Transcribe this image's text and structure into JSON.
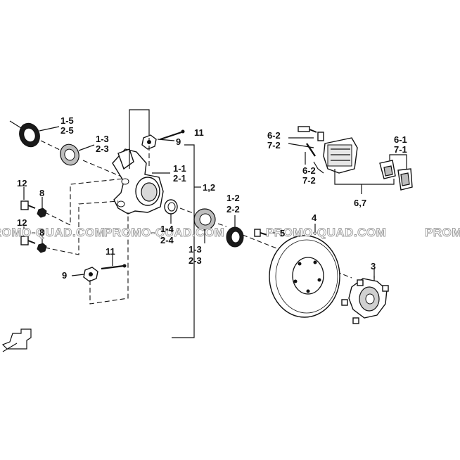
{
  "watermarks": [
    "PROMO-QUAD.COM",
    "PROMO-QUAD.COM",
    "PROMO-QUAD.COM",
    "PROMO-QUAD.COM"
  ],
  "callouts": {
    "seal_outer_a": "1-5",
    "seal_outer_b": "2-5",
    "bearing_upper_a": "1-3",
    "bearing_upper_b": "2-3",
    "bolt_top": "11",
    "nut_top": "9",
    "knuckle_a": "1-1",
    "knuckle_b": "2-1",
    "assembly": "1,2",
    "bolt_12_top": "12",
    "nut_8_top": "8",
    "bolt_12_bottom": "12",
    "nut_8_bottom": "8",
    "spacer_a": "1-4",
    "spacer_b": "2-4",
    "bearing_lower_a": "1-3",
    "bearing_lower_b": "2-3",
    "seal_inner_a": "1-2",
    "seal_inner_b": "2-2",
    "bolt_bottom": "11",
    "nut_bottom": "9",
    "disc_bolt": "5",
    "disc": "4",
    "hub": "3",
    "caliper_pin_a": "6-2",
    "caliper_pin_b": "7-2",
    "caliper_bolt_a": "6-2",
    "caliper_bolt_b": "7-2",
    "pads_a": "6-1",
    "pads_b": "7-1",
    "caliper_assy": "6,7"
  }
}
